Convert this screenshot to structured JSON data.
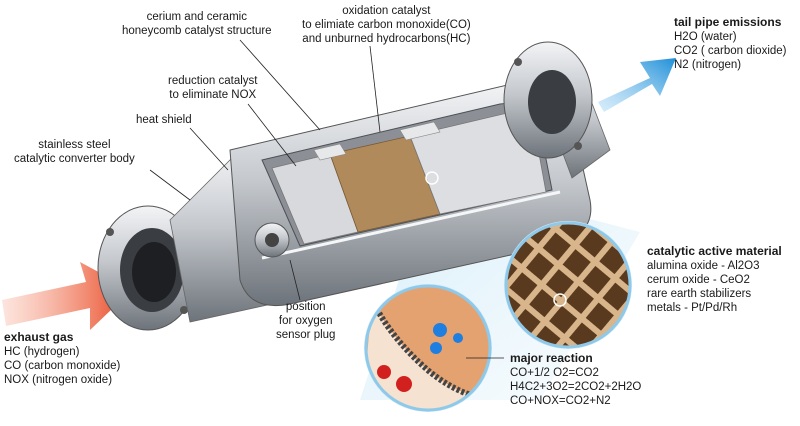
{
  "callouts": {
    "cerium": "cerium and ceramic\nhoneycomb catalyst structure",
    "oxidation": "oxidation catalyst\nto elimiate carbon monoxide(CO)\nand unburned hydrocarbons(HC)",
    "reduction": "reduction catalyst\nto eliminate NOX",
    "heat_shield": "heat shield",
    "body": "stainless steel\ncatalytic converter body",
    "sensor": "position\nfor oxygen\nsensor plug"
  },
  "tail_pipe": {
    "title": "tail pipe emissions",
    "items": [
      "H2O (water)",
      "CO2 ( carbon dioxide)",
      "N2 (nitrogen)"
    ]
  },
  "catalytic_material": {
    "title": "catalytic active material",
    "items": [
      "alumina oxide - Al2O3",
      "cerum oxide - CeO2",
      "rare earth stabilizers",
      "metals - Pt/Pd/Rh"
    ]
  },
  "exhaust_gas": {
    "title": "exhaust gas",
    "items": [
      "HC (hydrogen)",
      "CO (carbon monoxide)",
      "NOX (nitrogen oxide)"
    ]
  },
  "major_reaction": {
    "title": "major reaction",
    "items": [
      "CO+1/2 O2=CO2",
      "H4C2+3O2=2CO2+2H2O",
      "CO+NOX=CO2+N2"
    ]
  },
  "colors": {
    "inlet_arrow": "#e8411c",
    "outlet_arrow": "#1e8fd8",
    "metal": "#b9bec4",
    "catalyst_band": "#b08a5a",
    "blue_glow": "#bfe4f7"
  }
}
